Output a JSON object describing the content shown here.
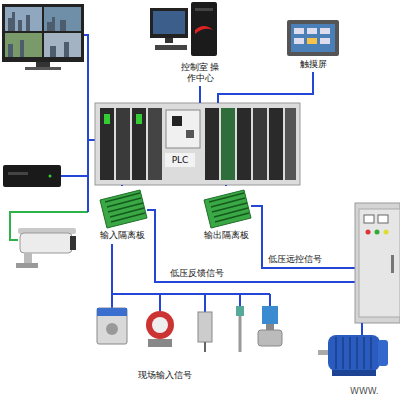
{
  "diagram": {
    "nodes": [
      {
        "text": [
          "控制室 操作中心"
        ]
      },
      {
        "text": [
          "触摸屏"
        ]
      },
      {
        "text": [
          "PLC"
        ]
      },
      {
        "text": [
          "输入隔离板"
        ]
      },
      {
        "text": [
          "输出隔离板"
        ]
      },
      {
        "text": [
          "现场输入信号"
        ]
      }
    ],
    "edges": [
      {
        "from": 0,
        "to": 2,
        "arrow": "none"
      },
      {
        "from": 1,
        "to": 2,
        "arrow": "none"
      },
      {
        "from": 2,
        "to": 3,
        "arrow": "none"
      },
      {
        "from": 2,
        "to": 4,
        "arrow": "none"
      },
      {
        "from": 3,
        "to": 5,
        "arrow": "none"
      }
    ],
    "labels": [
      "低压反馈信号",
      "低压远控信号",
      "WWW."
    ]
  }
}
